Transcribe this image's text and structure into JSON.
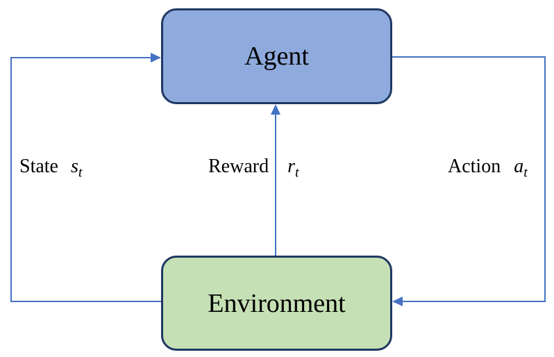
{
  "diagram": {
    "type": "reinforcement-learning-loop",
    "nodes": {
      "agent": {
        "label": "Agent",
        "fill": "#8FAADC",
        "border": "#1F3864"
      },
      "environment": {
        "label": "Environment",
        "fill": "#C5E0B4",
        "border": "#1F3864"
      }
    },
    "edges": {
      "state": {
        "label": "State",
        "variable": "s",
        "subscript": "t",
        "from": "environment",
        "to": "agent"
      },
      "reward": {
        "label": "Reward",
        "variable": "r",
        "subscript": "t",
        "from": "environment",
        "to": "agent"
      },
      "action": {
        "label": "Action",
        "variable": "a",
        "subscript": "t",
        "from": "agent",
        "to": "environment"
      }
    },
    "colors": {
      "arrow": "#4472C4",
      "text": "#000000",
      "background": "#FFFFFF"
    }
  }
}
